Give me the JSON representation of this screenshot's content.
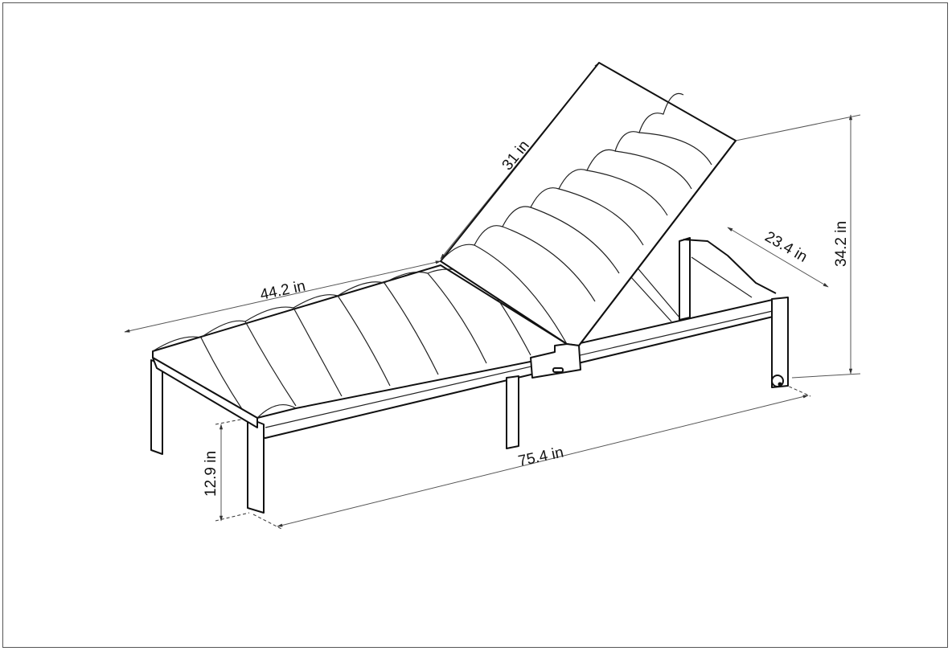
{
  "drawing": {
    "subject": "chaise lounge with adjustable backrest cushion",
    "unit": "in",
    "colors": {
      "line": "#111111",
      "dimension": "#555555",
      "background": "#ffffff",
      "border": "#555555"
    }
  },
  "dimensions": {
    "backrest_length": "31 in",
    "seat_length": "44.2 in",
    "width": "23.4 in",
    "height": "34.2 in",
    "overall_length": "75.4 in",
    "seat_height": "12.9 in"
  }
}
